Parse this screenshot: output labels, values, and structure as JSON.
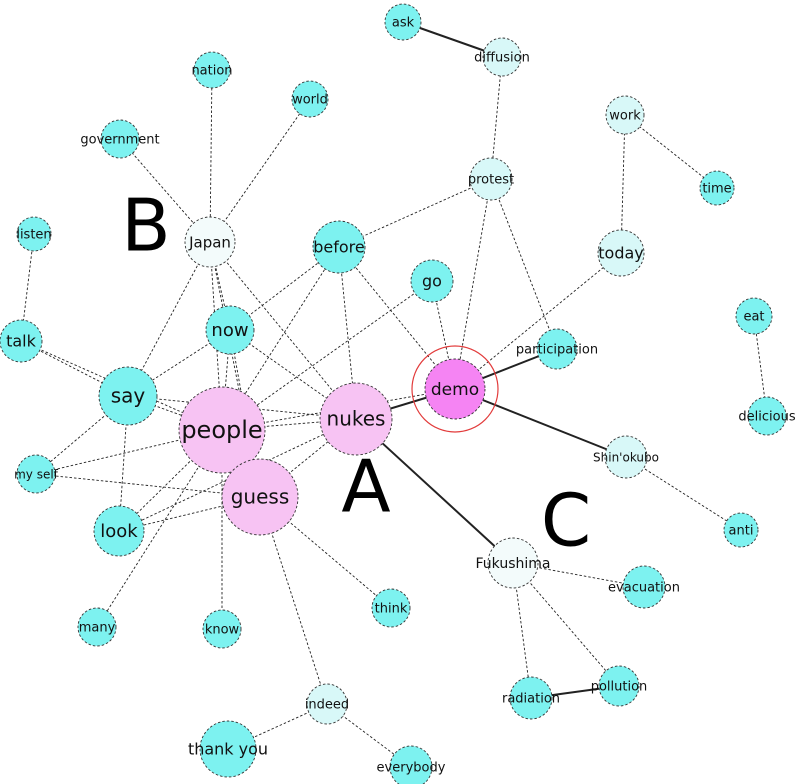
{
  "colors": {
    "cyan": "#7df2f0",
    "light": "#d8f8f8",
    "white": "#f3fbfb",
    "pink": "#f7c3f3",
    "magenta": "#f584f3",
    "ring": "#e23b3b",
    "edge": "#222222"
  },
  "nodes": [
    {
      "id": "ask",
      "label": "ask",
      "fill": "cyan"
    },
    {
      "id": "diffusion",
      "label": "diffusion",
      "fill": "light"
    },
    {
      "id": "nation",
      "label": "nation",
      "fill": "cyan"
    },
    {
      "id": "world",
      "label": "world",
      "fill": "cyan"
    },
    {
      "id": "government",
      "label": "government",
      "fill": "cyan"
    },
    {
      "id": "work",
      "label": "work",
      "fill": "light"
    },
    {
      "id": "time",
      "label": "time",
      "fill": "cyan"
    },
    {
      "id": "protest",
      "label": "protest",
      "fill": "light"
    },
    {
      "id": "japan",
      "label": "Japan",
      "fill": "white"
    },
    {
      "id": "before",
      "label": "before",
      "fill": "cyan"
    },
    {
      "id": "today",
      "label": "today",
      "fill": "light"
    },
    {
      "id": "listen",
      "label": "listen",
      "fill": "cyan"
    },
    {
      "id": "go",
      "label": "go",
      "fill": "cyan"
    },
    {
      "id": "eat",
      "label": "eat",
      "fill": "cyan"
    },
    {
      "id": "now",
      "label": "now",
      "fill": "cyan"
    },
    {
      "id": "talk",
      "label": "talk",
      "fill": "cyan"
    },
    {
      "id": "participation",
      "label": "participation",
      "fill": "cyan"
    },
    {
      "id": "demo",
      "label": "demo",
      "fill": "magenta"
    },
    {
      "id": "say",
      "label": "say",
      "fill": "cyan"
    },
    {
      "id": "delicious",
      "label": "delicious",
      "fill": "cyan"
    },
    {
      "id": "people",
      "label": "people",
      "fill": "pink"
    },
    {
      "id": "nukes",
      "label": "nukes",
      "fill": "pink"
    },
    {
      "id": "shinokubo",
      "label": "Shin'okubo",
      "fill": "light"
    },
    {
      "id": "myself",
      "label": "my self",
      "fill": "cyan"
    },
    {
      "id": "guess",
      "label": "guess",
      "fill": "pink"
    },
    {
      "id": "look",
      "label": "look",
      "fill": "cyan"
    },
    {
      "id": "anti",
      "label": "anti",
      "fill": "cyan"
    },
    {
      "id": "fukushima",
      "label": "Fukushima",
      "fill": "white"
    },
    {
      "id": "evacuation",
      "label": "evacuation",
      "fill": "cyan"
    },
    {
      "id": "think",
      "label": "think",
      "fill": "cyan"
    },
    {
      "id": "many",
      "label": "many",
      "fill": "cyan"
    },
    {
      "id": "know",
      "label": "know",
      "fill": "cyan"
    },
    {
      "id": "pollution",
      "label": "pollution",
      "fill": "cyan"
    },
    {
      "id": "radiation",
      "label": "radiation",
      "fill": "cyan"
    },
    {
      "id": "indeed",
      "label": "indeed",
      "fill": "light"
    },
    {
      "id": "thankyou",
      "label": "thank you",
      "fill": "cyan"
    },
    {
      "id": "everybody",
      "label": "everybody",
      "fill": "cyan"
    }
  ],
  "edges": [
    {
      "from": "ask",
      "to": "diffusion",
      "style": "solid"
    },
    {
      "from": "diffusion",
      "to": "protest",
      "style": "dashed"
    },
    {
      "from": "protest",
      "to": "before",
      "style": "dashed"
    },
    {
      "from": "protest",
      "to": "demo",
      "style": "dashed"
    },
    {
      "from": "protest",
      "to": "participation",
      "style": "dashed"
    },
    {
      "from": "work",
      "to": "time",
      "style": "dashed"
    },
    {
      "from": "work",
      "to": "today",
      "style": "dashed"
    },
    {
      "from": "today",
      "to": "demo",
      "style": "dashed"
    },
    {
      "from": "eat",
      "to": "delicious",
      "style": "dashed"
    },
    {
      "from": "listen",
      "to": "talk",
      "style": "dashed"
    },
    {
      "from": "nation",
      "to": "japan",
      "style": "dashed"
    },
    {
      "from": "world",
      "to": "japan",
      "style": "dashed"
    },
    {
      "from": "government",
      "to": "japan",
      "style": "dashed"
    },
    {
      "from": "japan",
      "to": "say",
      "style": "dashed"
    },
    {
      "from": "japan",
      "to": "now",
      "style": "dashed"
    },
    {
      "from": "japan",
      "to": "people",
      "style": "dashed"
    },
    {
      "from": "japan",
      "to": "nukes",
      "style": "dashed"
    },
    {
      "from": "japan",
      "to": "guess",
      "style": "dashed"
    },
    {
      "from": "before",
      "to": "now",
      "style": "dashed"
    },
    {
      "from": "before",
      "to": "people",
      "style": "dashed"
    },
    {
      "from": "before",
      "to": "nukes",
      "style": "dashed"
    },
    {
      "from": "before",
      "to": "demo",
      "style": "dashed"
    },
    {
      "from": "go",
      "to": "people",
      "style": "dashed"
    },
    {
      "from": "go",
      "to": "demo",
      "style": "dashed"
    },
    {
      "from": "now",
      "to": "say",
      "style": "dashed"
    },
    {
      "from": "now",
      "to": "people",
      "style": "dashed"
    },
    {
      "from": "now",
      "to": "nukes",
      "style": "dashed"
    },
    {
      "from": "now",
      "to": "guess",
      "style": "dashed"
    },
    {
      "from": "talk",
      "to": "say",
      "style": "dashed"
    },
    {
      "from": "talk",
      "to": "people",
      "style": "dashed"
    },
    {
      "from": "say",
      "to": "people",
      "style": "dashed"
    },
    {
      "from": "say",
      "to": "nukes",
      "style": "dashed"
    },
    {
      "from": "say",
      "to": "look",
      "style": "dashed"
    },
    {
      "from": "say",
      "to": "myself",
      "style": "dashed"
    },
    {
      "from": "people",
      "to": "nukes",
      "style": "dashed"
    },
    {
      "from": "people",
      "to": "guess",
      "style": "dashed"
    },
    {
      "from": "people",
      "to": "look",
      "style": "dashed"
    },
    {
      "from": "people",
      "to": "myself",
      "style": "dashed"
    },
    {
      "from": "people",
      "to": "many",
      "style": "dashed"
    },
    {
      "from": "people",
      "to": "know",
      "style": "dashed"
    },
    {
      "from": "people",
      "to": "demo",
      "style": "dashed"
    },
    {
      "from": "nukes",
      "to": "demo",
      "style": "solid"
    },
    {
      "from": "nukes",
      "to": "guess",
      "style": "dashed"
    },
    {
      "from": "nukes",
      "to": "look",
      "style": "dashed"
    },
    {
      "from": "nukes",
      "to": "fukushima",
      "style": "solid"
    },
    {
      "from": "demo",
      "to": "participation",
      "style": "solid"
    },
    {
      "from": "demo",
      "to": "shinokubo",
      "style": "solid"
    },
    {
      "from": "shinokubo",
      "to": "anti",
      "style": "dashed"
    },
    {
      "from": "guess",
      "to": "myself",
      "style": "dashed"
    },
    {
      "from": "guess",
      "to": "look",
      "style": "dashed"
    },
    {
      "from": "guess",
      "to": "think",
      "style": "dashed"
    },
    {
      "from": "guess",
      "to": "indeed",
      "style": "dashed"
    },
    {
      "from": "fukushima",
      "to": "evacuation",
      "style": "dashed"
    },
    {
      "from": "fukushima",
      "to": "radiation",
      "style": "dashed"
    },
    {
      "from": "fukushima",
      "to": "pollution",
      "style": "dashed"
    },
    {
      "from": "radiation",
      "to": "pollution",
      "style": "solid"
    },
    {
      "from": "indeed",
      "to": "thankyou",
      "style": "dashed"
    },
    {
      "from": "indeed",
      "to": "everybody",
      "style": "dashed"
    }
  ],
  "annotations": [
    {
      "id": "a",
      "text": "A"
    },
    {
      "id": "b",
      "text": "B"
    },
    {
      "id": "c",
      "text": "C"
    }
  ]
}
